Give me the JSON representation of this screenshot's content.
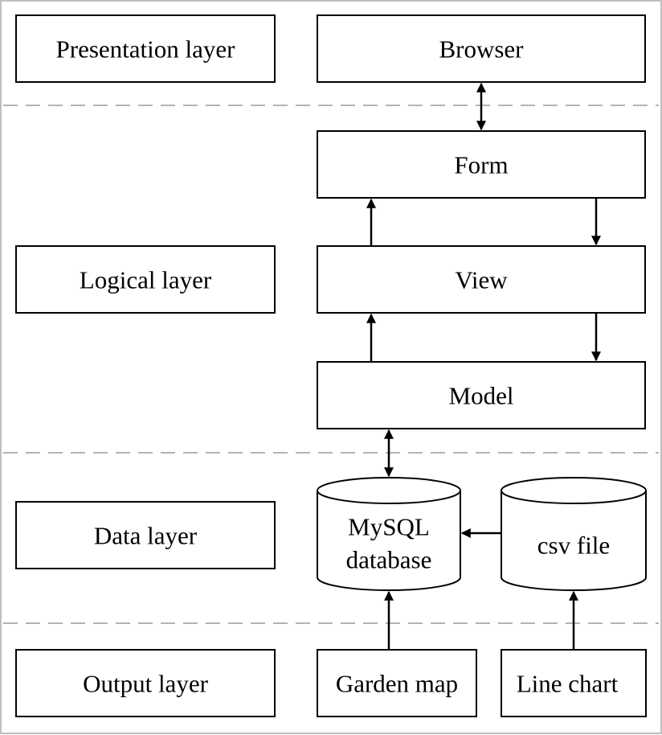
{
  "layers": {
    "presentation": "Presentation layer",
    "logical": "Logical layer",
    "data": "Data layer",
    "output": "Output layer"
  },
  "nodes": {
    "browser": "Browser",
    "form": "Form",
    "view": "View",
    "model": "Model",
    "mysql_line1": "MySQL",
    "mysql_line2": "database",
    "csv": "csv file",
    "garden_map": "Garden map",
    "line_chart": "Line chart"
  },
  "colors": {
    "stroke": "#000000",
    "frame": "#bfbfbf",
    "separator": "#b3b3b3"
  }
}
